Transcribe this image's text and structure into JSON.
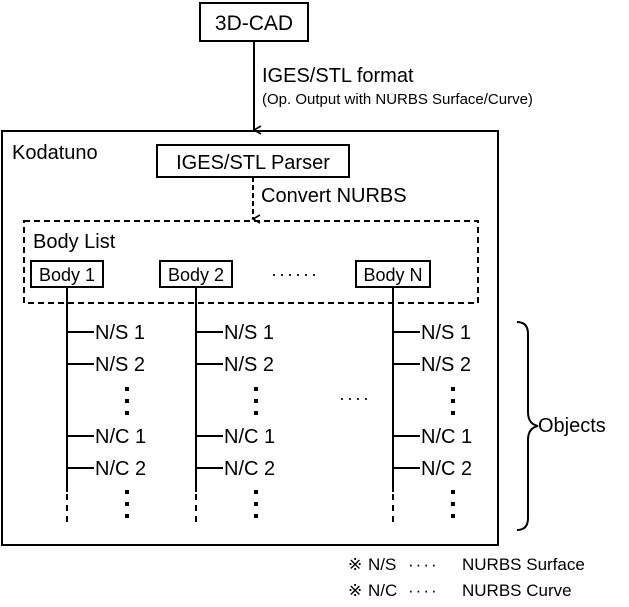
{
  "source": {
    "label": "3D-CAD"
  },
  "format_edge": {
    "label": "IGES/STL format",
    "note": "(Op. Output with NURBS Surface/Curve)"
  },
  "system": {
    "label": "Kodatuno",
    "parser": {
      "label": "IGES/STL Parser"
    },
    "convert_edge": {
      "label": "Convert NURBS"
    },
    "body_list": {
      "label": "Body List",
      "bodies": [
        "Body 1",
        "Body 2",
        "Body N"
      ],
      "ellipsis": "······"
    },
    "objects": {
      "items": [
        "N/S 1",
        "N/S 2",
        "N/C 1",
        "N/C 2"
      ],
      "column_ellipsis": "····",
      "brace_label": "Objects"
    }
  },
  "legend": [
    {
      "mark": "※",
      "abbr": "N/S",
      "dots": "····",
      "meaning": "NURBS Surface"
    },
    {
      "mark": "※",
      "abbr": "N/C",
      "dots": "····",
      "meaning": "NURBS Curve"
    }
  ]
}
